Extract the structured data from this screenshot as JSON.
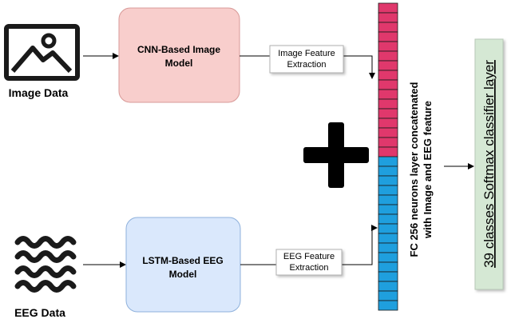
{
  "colors": {
    "cnn_fill": "#f8cecc",
    "cnn_stroke": "#d89a98",
    "lstm_fill": "#dae8fc",
    "lstm_stroke": "#8fb1dc",
    "fc_image_cells": "#e0386c",
    "fc_eeg_cells": "#1f9fde",
    "softmax_fill": "#d5e8d4",
    "softmax_stroke": "#b8c9b7",
    "icon": "#1a1a1a",
    "plus": "#000000"
  },
  "icons": {
    "image_input": "image-icon",
    "eeg_input": "waves-icon",
    "concat": "plus-icon"
  },
  "inputs": {
    "image_label": "Image Data",
    "eeg_label": "EEG Data"
  },
  "models": {
    "cnn": {
      "line1": "CNN-Based Image",
      "line2": "Model"
    },
    "lstm": {
      "line1": "LSTM-Based EEG",
      "line2": "Model"
    }
  },
  "features": {
    "image": {
      "line1": "Image Feature",
      "line2": "Extraction"
    },
    "eeg": {
      "line1": "EEG Feature",
      "line2": "Extraction"
    }
  },
  "fc_layer": {
    "line1": "FC 256 neurons layer concatenated",
    "line2": "with Image and EEG feature",
    "image_cells": 16,
    "eeg_cells": 16
  },
  "classifier": {
    "label": "39 classes Softmax classifier layer"
  }
}
